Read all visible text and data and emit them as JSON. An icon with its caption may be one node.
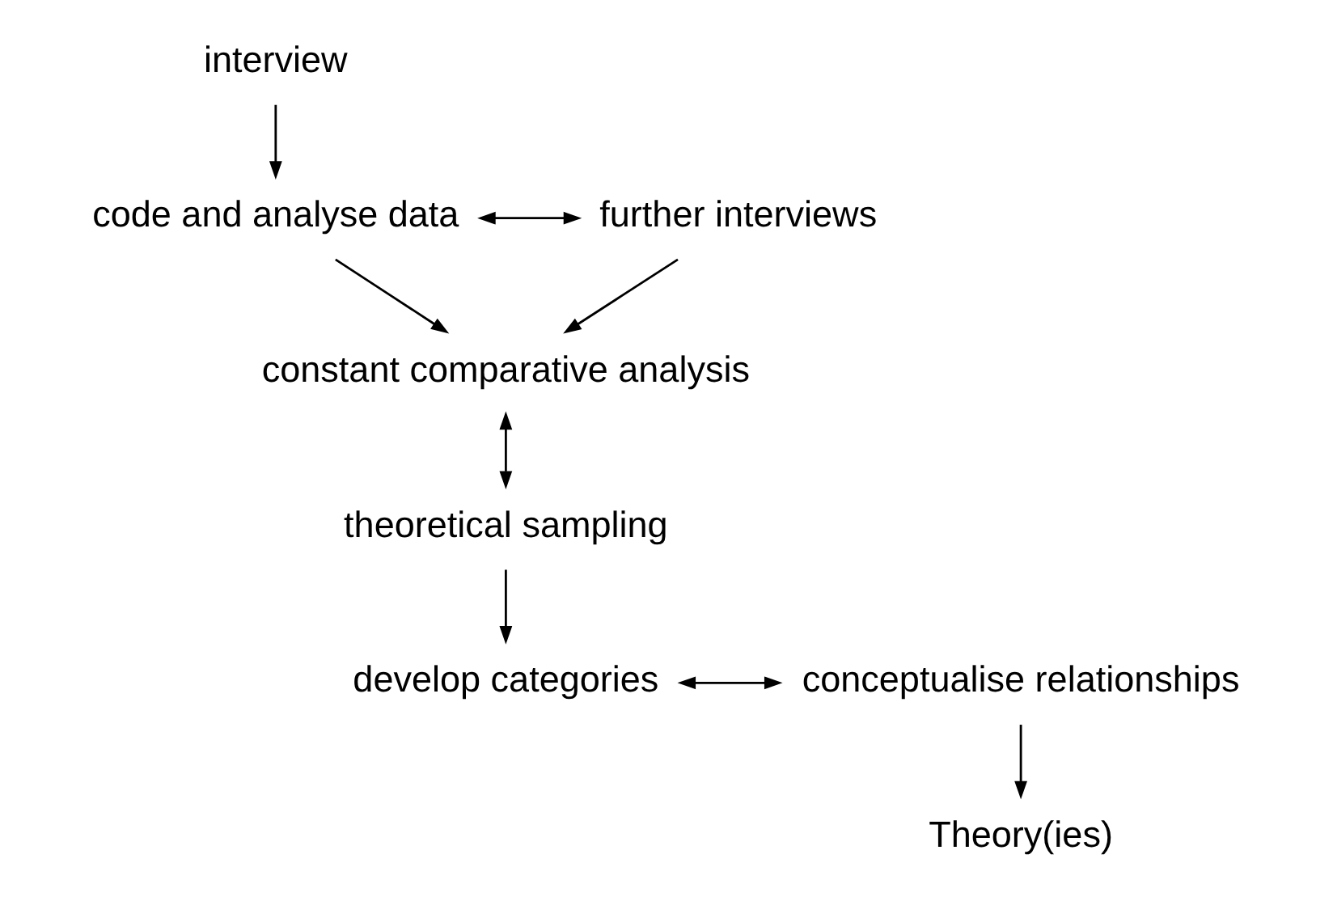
{
  "diagram": {
    "nodes": [
      {
        "text": [
          "interview"
        ]
      },
      {
        "text": [
          "code and analyse data"
        ]
      },
      {
        "text": [
          "further interviews"
        ]
      },
      {
        "text": [
          "constant comparative analysis"
        ]
      },
      {
        "text": [
          "theoretical sampling"
        ]
      },
      {
        "text": [
          "develop categories"
        ]
      },
      {
        "text": [
          "conceptualise relationships"
        ]
      },
      {
        "text": [
          "Theory(ies)"
        ]
      }
    ],
    "edges": [
      {
        "from": 0,
        "to": 1,
        "arrow": "to"
      },
      {
        "from": 1,
        "to": 2,
        "arrow": "both"
      },
      {
        "from": 1,
        "to": 3,
        "arrow": "to"
      },
      {
        "from": 2,
        "to": 3,
        "arrow": "to"
      },
      {
        "from": 3,
        "to": 4,
        "arrow": "both"
      },
      {
        "from": 4,
        "to": 5,
        "arrow": "to"
      },
      {
        "from": 5,
        "to": 6,
        "arrow": "both"
      },
      {
        "from": 6,
        "to": 7,
        "arrow": "to"
      }
    ]
  }
}
